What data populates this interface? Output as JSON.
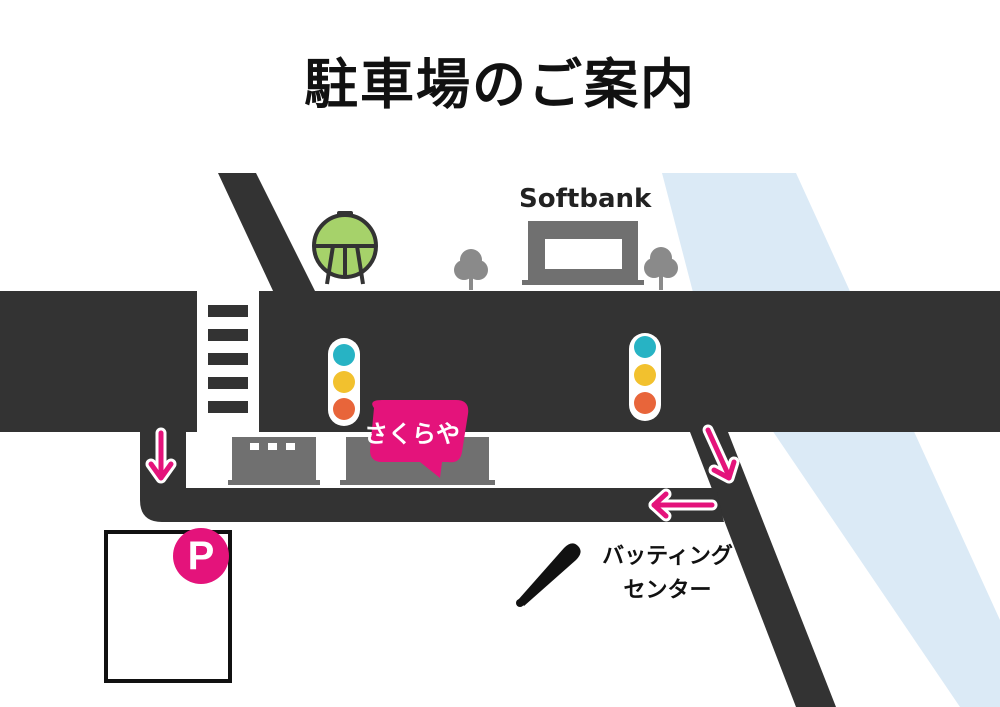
{
  "title": "駐車場のご案内",
  "landmarks": {
    "softbank": "Softbank",
    "sakuraya": "さくらや",
    "batting_center_line1": "バッティング",
    "batting_center_line2": "センター"
  },
  "parking": {
    "label": "P"
  },
  "colors": {
    "road": "#333333",
    "river": "#dbeaf6",
    "accent": "#e4137b",
    "building": "#707070",
    "tree": "#8a8a8a",
    "tank": "#a6d26a",
    "signal_top": "#27b3c4",
    "signal_mid": "#f2c12e",
    "signal_bottom": "#e8653a"
  },
  "icons": {
    "gas_tank": "gas-tank-icon",
    "tree": "tree-icon",
    "traffic_light": "traffic-light-icon",
    "bat": "baseball-bat-icon",
    "arrow": "route-arrow-icon"
  }
}
